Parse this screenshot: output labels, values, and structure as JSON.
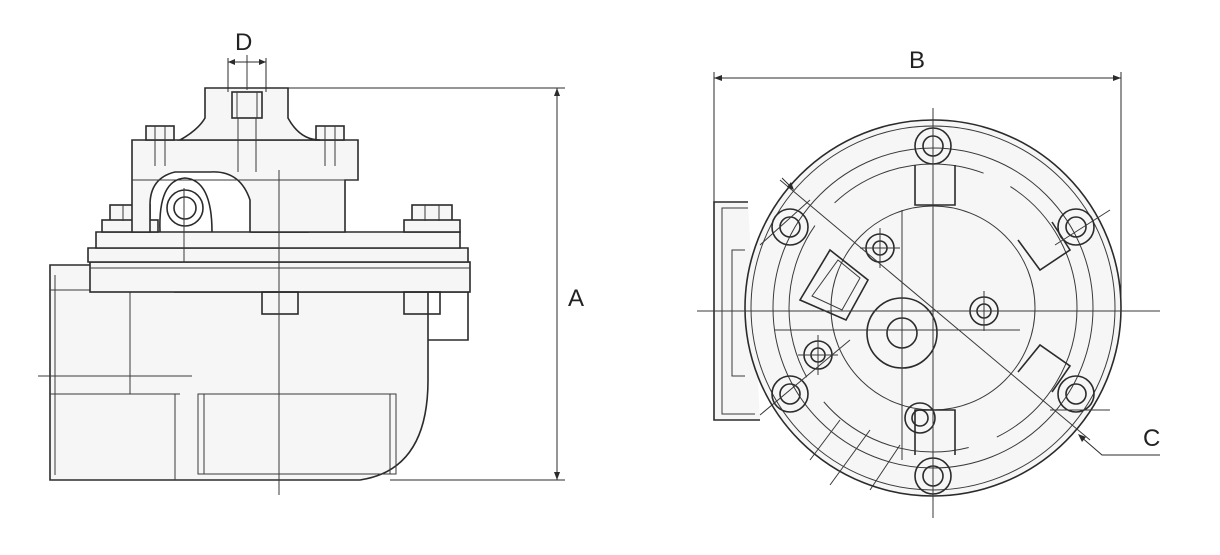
{
  "labels": {
    "dim_a": "A",
    "dim_b": "B",
    "dim_c": "C",
    "dim_d": "D"
  },
  "colors": {
    "line": "#2b2b2b",
    "fill": "#f6f6f6",
    "background": "#ffffff"
  }
}
